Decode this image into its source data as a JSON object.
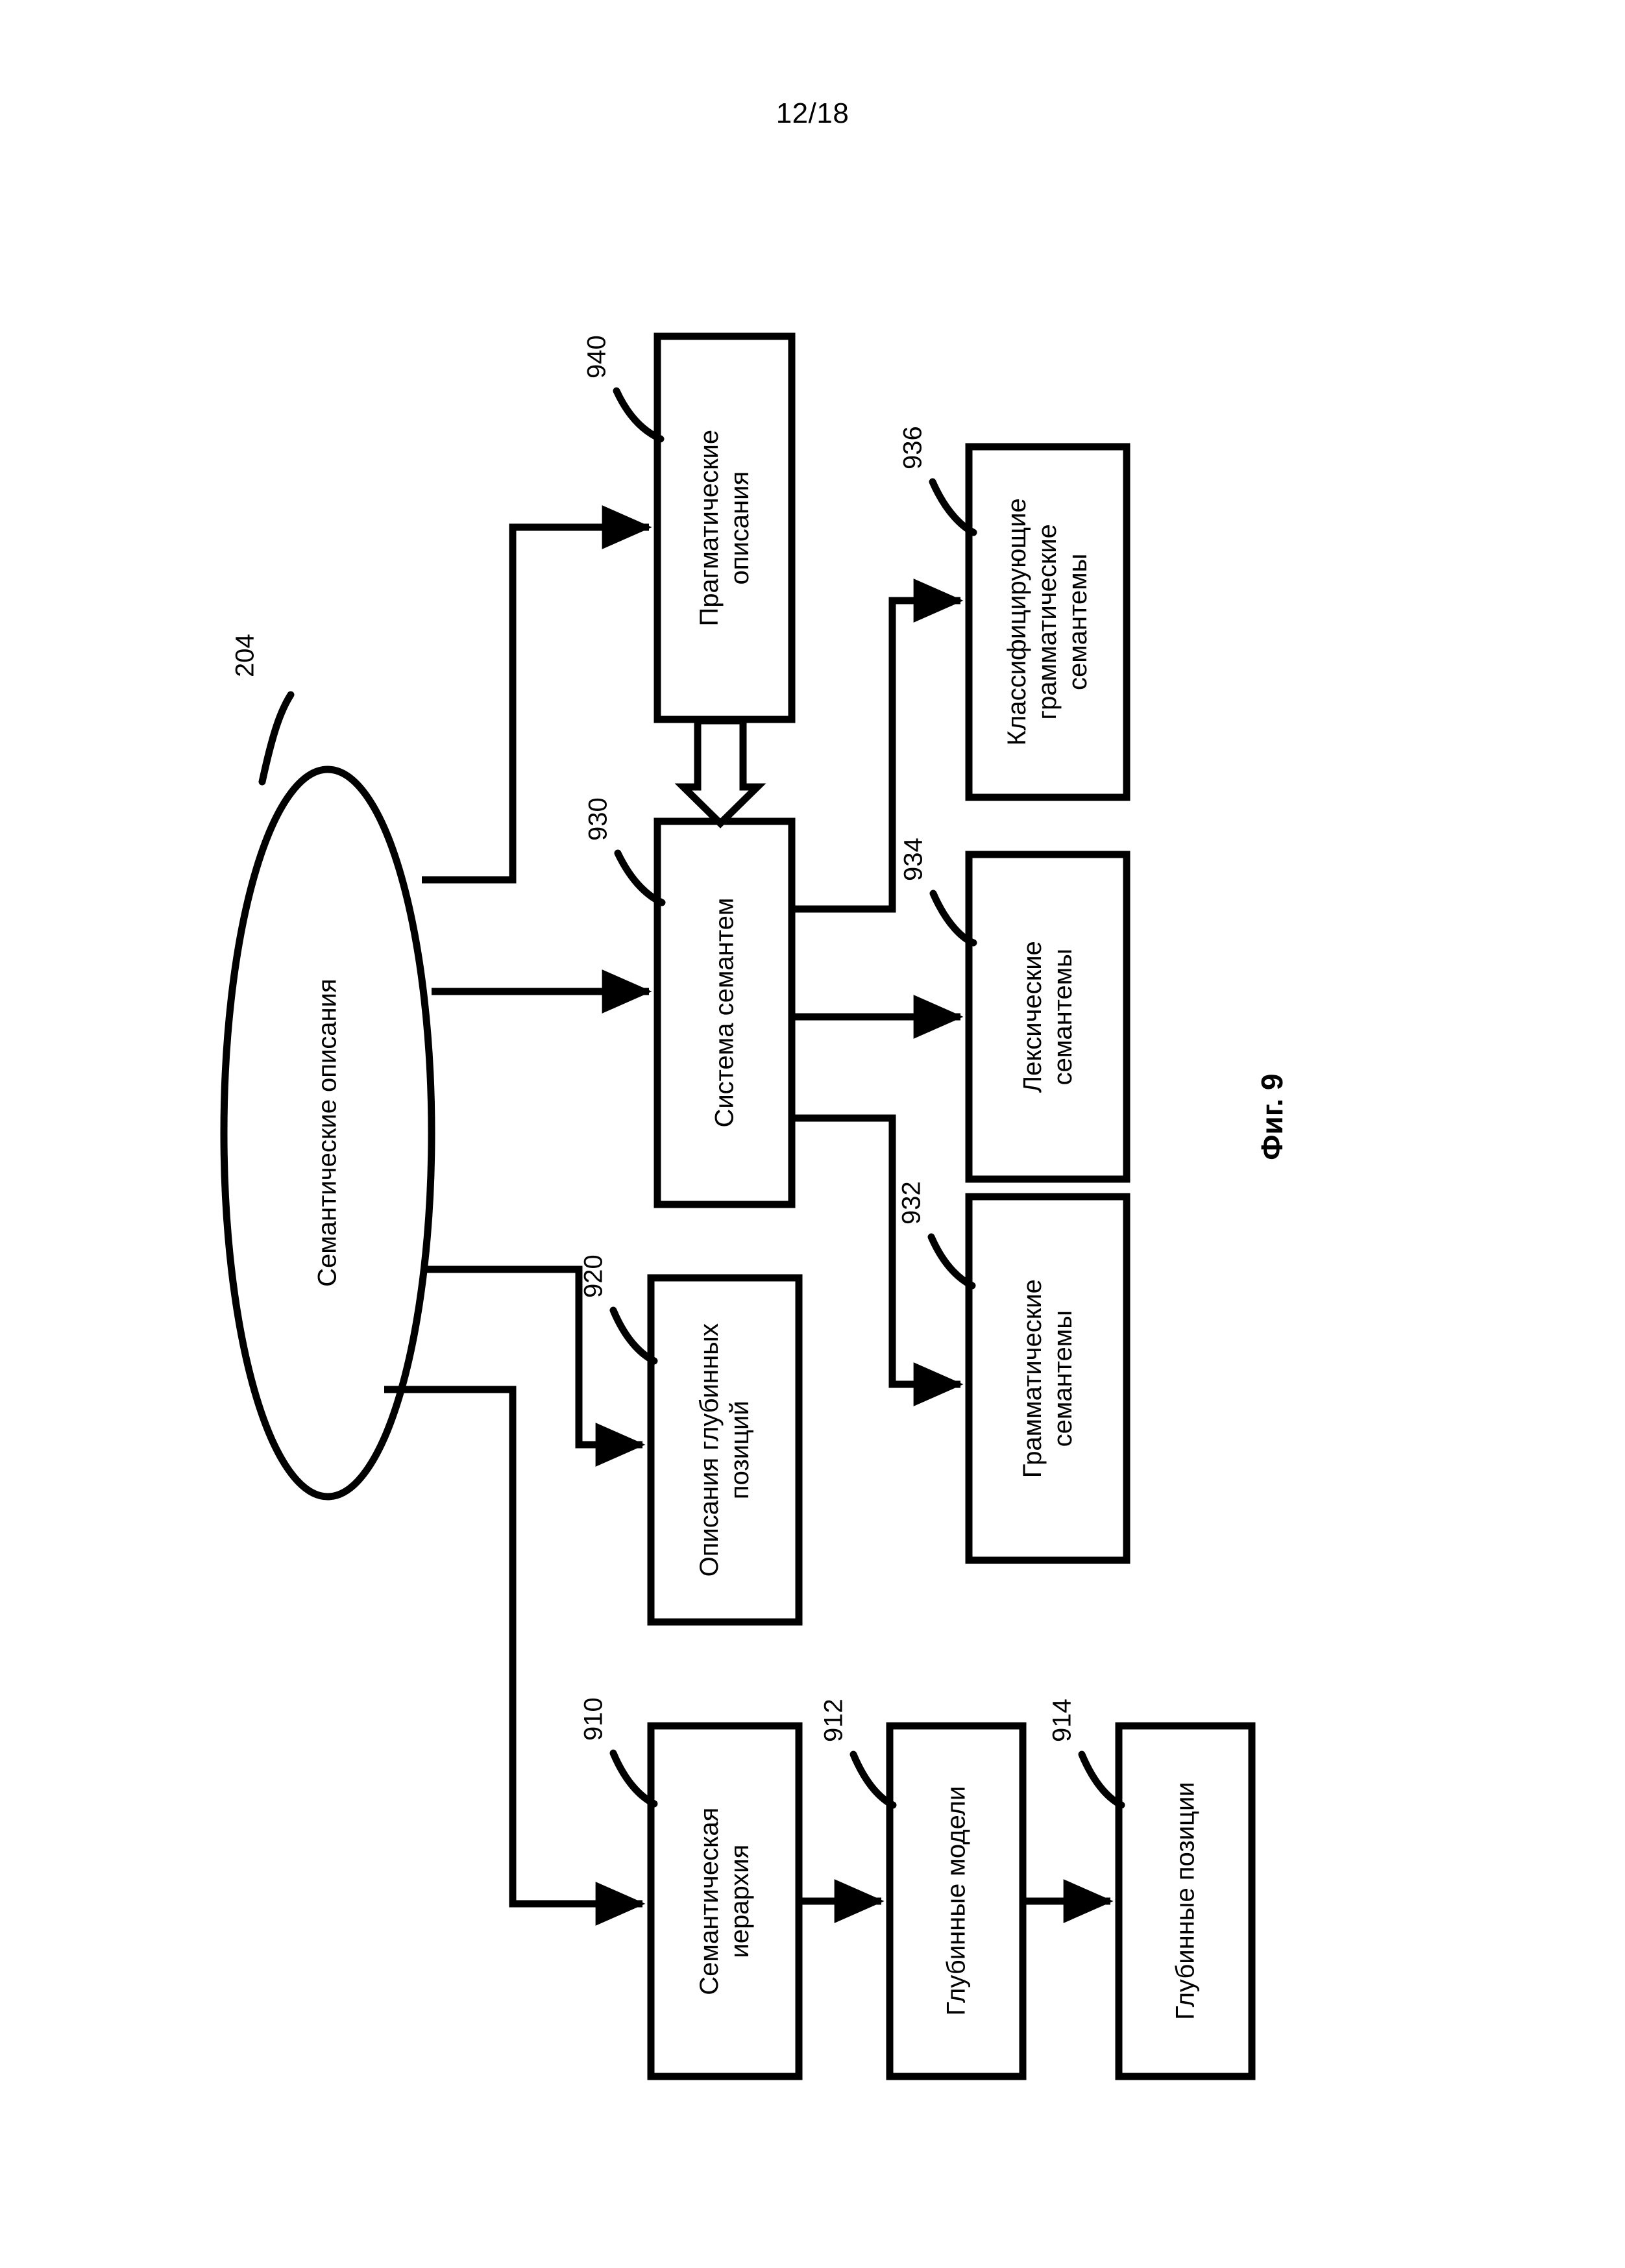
{
  "page": {
    "sheet_number": "12/18",
    "figure_caption": "Фиг. 9",
    "ink_color": "#000000",
    "background_color": "#ffffff"
  },
  "diagram": {
    "root": {
      "ref": "204",
      "label": "Семантические описания",
      "shape": "ellipse"
    },
    "nodes": [
      {
        "ref": "940",
        "label": "Прагматические\nописания",
        "shape": "rect"
      },
      {
        "ref": "930",
        "label": "Система семантем",
        "shape": "rect"
      },
      {
        "ref": "936",
        "label": "Классифицирующие\nграмматические\nсемантемы",
        "shape": "rect"
      },
      {
        "ref": "934",
        "label": "Лексические\nсемантемы",
        "shape": "rect"
      },
      {
        "ref": "932",
        "label": "Грамматические\nсемантемы",
        "shape": "rect"
      },
      {
        "ref": "920",
        "label": "Описания глубинных\nпозиций",
        "shape": "rect"
      },
      {
        "ref": "910",
        "label": "Семантическая\nиерархия",
        "shape": "rect"
      },
      {
        "ref": "912",
        "label": "Глубинные модели",
        "shape": "rect"
      },
      {
        "ref": "914",
        "label": "Глубинные позиции",
        "shape": "rect"
      }
    ],
    "edges": [
      {
        "from": "204",
        "to": "940",
        "style": "solid-arrow"
      },
      {
        "from": "204",
        "to": "930",
        "style": "solid-arrow"
      },
      {
        "from": "204",
        "to": "920",
        "style": "solid-arrow"
      },
      {
        "from": "204",
        "to": "910",
        "style": "solid-arrow"
      },
      {
        "from": "940",
        "to": "930",
        "style": "hollow-arrow"
      },
      {
        "from": "930",
        "to": "936",
        "style": "solid-arrow"
      },
      {
        "from": "930",
        "to": "934",
        "style": "solid-arrow"
      },
      {
        "from": "930",
        "to": "932",
        "style": "solid-arrow"
      },
      {
        "from": "910",
        "to": "912",
        "style": "solid-arrow"
      },
      {
        "from": "912",
        "to": "914",
        "style": "solid-arrow"
      }
    ]
  }
}
